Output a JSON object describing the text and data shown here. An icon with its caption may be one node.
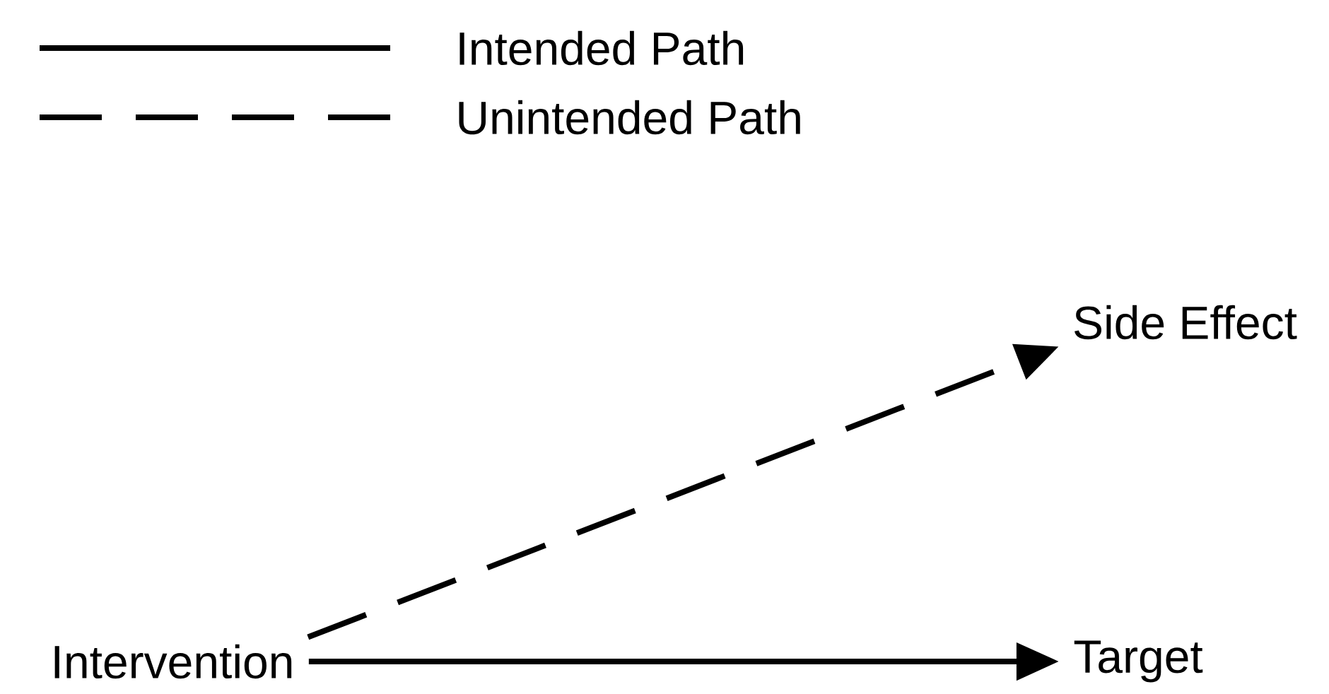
{
  "diagram": {
    "nodes": [
      {
        "text": [
          "Intervention"
        ]
      },
      {
        "text": [
          "Target"
        ]
      },
      {
        "text": [
          "Side Effect"
        ]
      }
    ],
    "edges": [
      {
        "from": 0,
        "to": 1,
        "arrow": "to"
      },
      {
        "from": 0,
        "to": 2,
        "arrow": "to",
        "style": "dashed"
      }
    ],
    "legend": [
      {
        "text": "Intended Path"
      },
      {
        "text": "Unintended Path"
      }
    ]
  }
}
